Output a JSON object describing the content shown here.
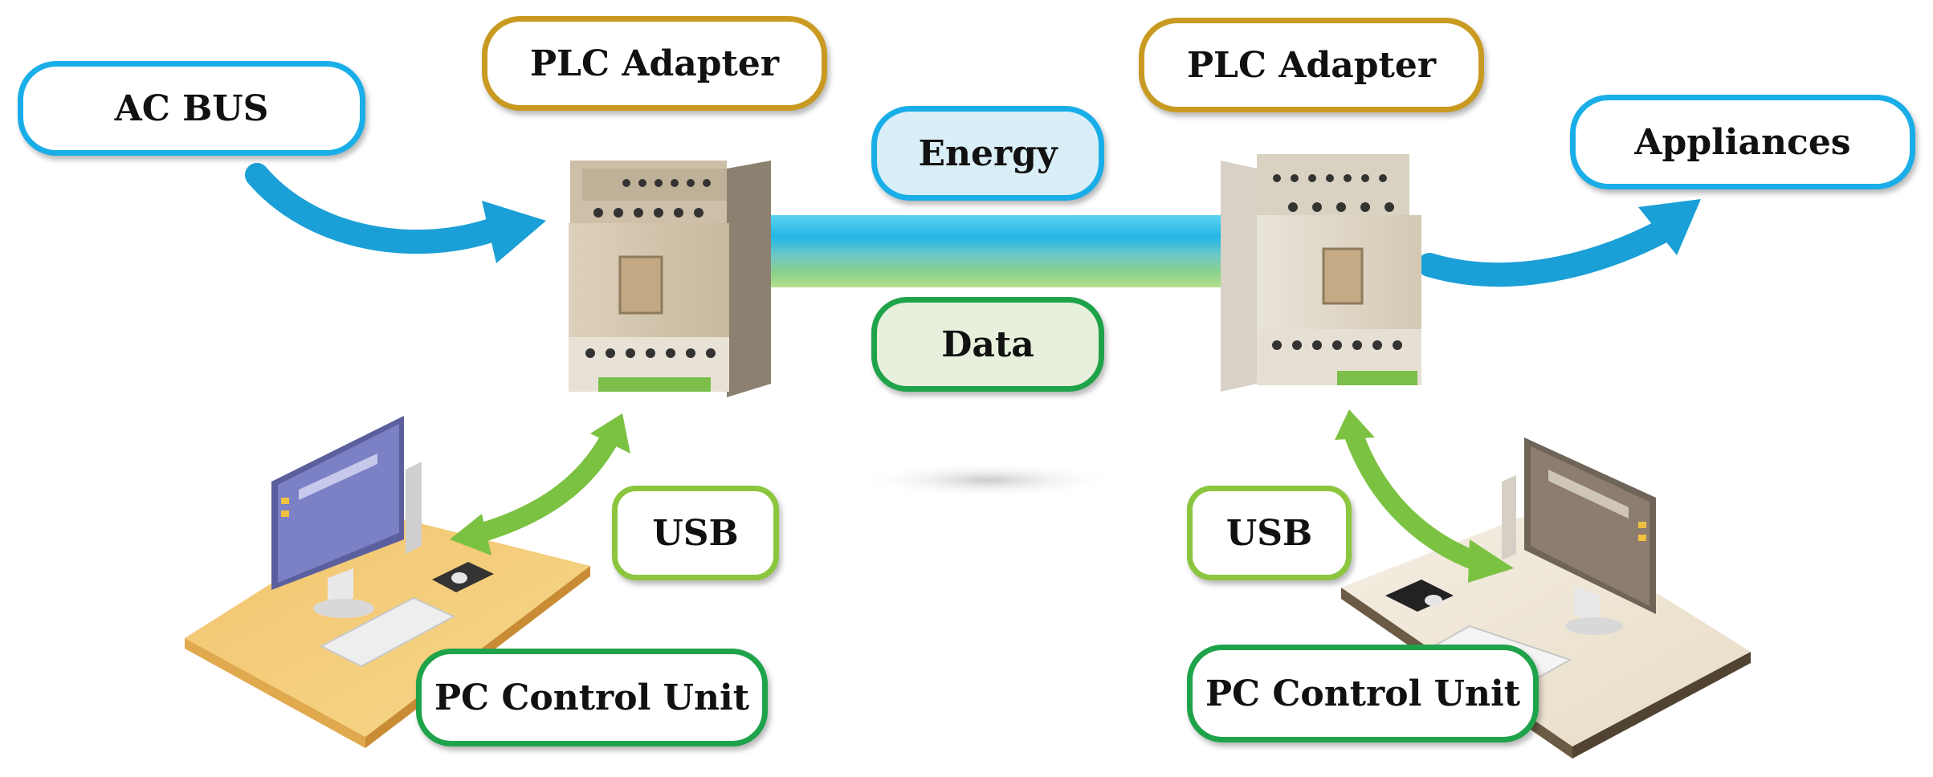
{
  "labels": {
    "ac_bus": "AC BUS",
    "plc_adapter_left": "PLC Adapter",
    "plc_adapter_right": "PLC Adapter",
    "energy": "Energy",
    "data": "Data",
    "appliances": "Appliances",
    "usb_left": "USB",
    "usb_right": "USB",
    "pc_control_left": "PC Control Unit",
    "pc_control_right": "PC Control Unit"
  },
  "colors": {
    "blue_border": "#1aaee8",
    "gold_border": "#c99a22",
    "green_border": "#1fa34a",
    "lime_border": "#8cc63f",
    "blue_arrow": "#1a9fd6",
    "green_arrow": "#7cc242",
    "energy_fill": "#d9eef6",
    "data_fill": "#e7f0dc"
  },
  "icons": [
    "plc-adapter-device-icon",
    "desktop-workstation-icon",
    "curved-arrow-icon",
    "bidirectional-arrow-icon"
  ]
}
